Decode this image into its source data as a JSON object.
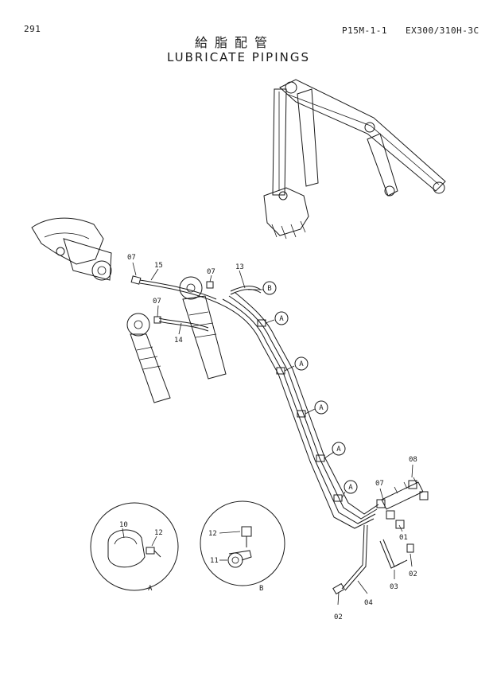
{
  "header": {
    "page_number": "291",
    "ref_code": "P15M-1-1",
    "model": "EX300/310H-3C"
  },
  "title": {
    "japanese": "給脂配管",
    "english": "LUBRICATE PIPINGS"
  },
  "callouts": {
    "p07a": "07",
    "p07b": "07",
    "p07c": "07",
    "p07d": "07",
    "p15": "15",
    "p13": "13",
    "p14": "14",
    "p08": "08",
    "p01": "01",
    "p02a": "02",
    "p02b": "02",
    "p03": "03",
    "p04": "04"
  },
  "clamp_markers": {
    "b": "B",
    "a1": "A",
    "a2": "A",
    "a3": "A",
    "a4": "A",
    "a5": "A"
  },
  "detail_a": {
    "label": "A",
    "part_10": "10",
    "part_12": "12"
  },
  "detail_b": {
    "label": "B",
    "part_12": "12",
    "part_11": "11"
  }
}
